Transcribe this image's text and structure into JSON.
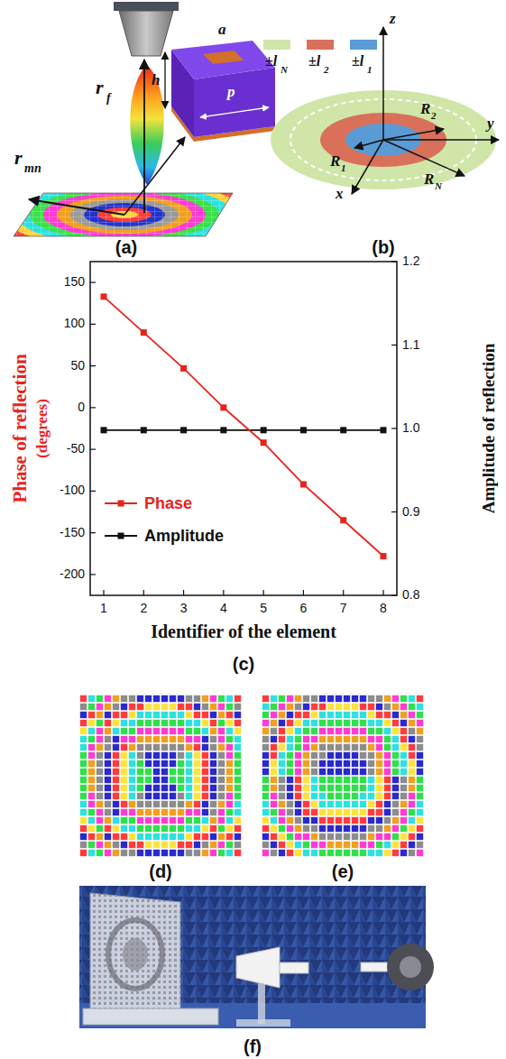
{
  "diagram": {
    "labels": [
      "r",
      "f",
      "r",
      "mn",
      "a",
      "h",
      "p",
      "(a)",
      "±l",
      "N",
      "±l",
      "2",
      "±l",
      "1",
      "z",
      "y",
      "x",
      "R",
      "1",
      "R",
      "2",
      "R",
      "N",
      "(b)",
      "Phase of reflection",
      "(degrees)",
      "Amplitude of reflection",
      "150",
      "100",
      "50",
      "0",
      "-50",
      "-100",
      "-150",
      "-200",
      "1.2",
      "1.1",
      "1.0",
      "0.9",
      "0.8",
      "1",
      "2",
      "3",
      "4",
      "5",
      "6",
      "7",
      "8",
      "Identifier of the element",
      "(c)",
      "(d)",
      "(e)",
      "(f)"
    ],
    "legend": [
      {
        "text": "Phase"
      },
      {
        "text": "Amplitude"
      }
    ]
  }
}
